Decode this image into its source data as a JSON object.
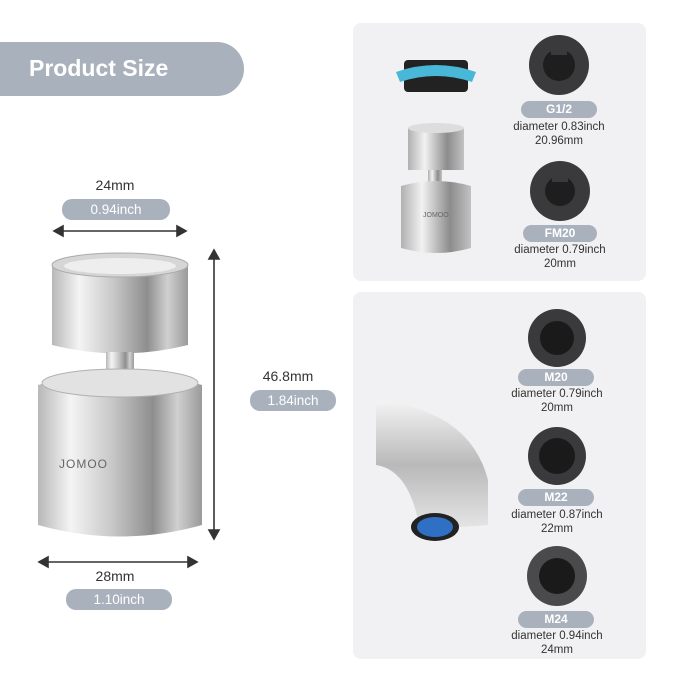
{
  "banner": {
    "title": "Product Size"
  },
  "dimensions": {
    "top_width_mm": "24mm",
    "top_width_inch": "0.94inch",
    "height_mm": "46.8mm",
    "height_inch": "1.84inch",
    "bottom_width_mm": "28mm",
    "bottom_width_inch": "1.10inch"
  },
  "product": {
    "brand": "JOMOO"
  },
  "adapters": [
    {
      "name": "G1/2",
      "diameter": "diameter 0.83inch",
      "metric": "20.96mm"
    },
    {
      "name": "FM20",
      "diameter": "diameter 0.79inch",
      "metric": "20mm"
    },
    {
      "name": "M20",
      "diameter": "diameter 0.79inch",
      "metric": "20mm"
    },
    {
      "name": "M22",
      "diameter": "diameter 0.87inch",
      "metric": "22mm"
    },
    {
      "name": "M24",
      "diameter": "diameter 0.94inch",
      "metric": "24mm"
    }
  ],
  "colors": {
    "accent": "#a9b1bd",
    "panel": "#f1f1f3",
    "adapter": "#3a3a3c",
    "swivel_ring": "#49b8d8"
  }
}
